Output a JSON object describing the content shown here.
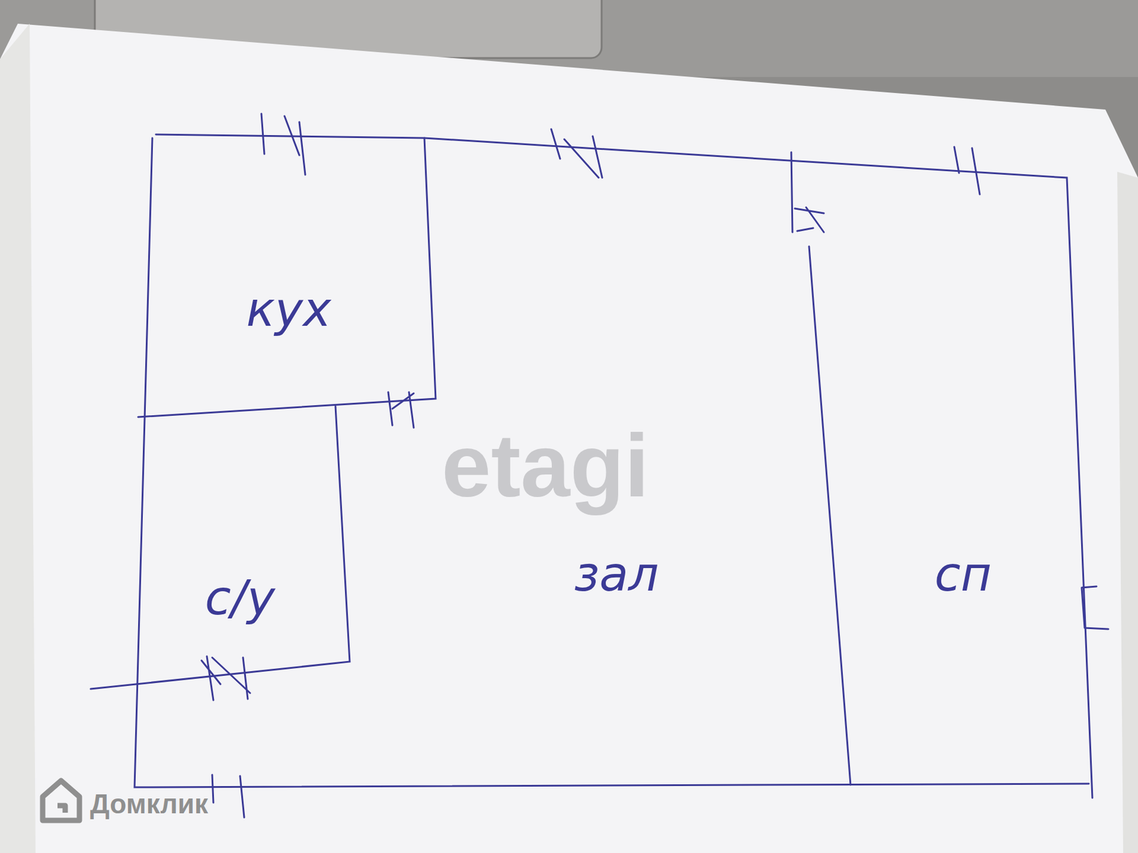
{
  "diagram": {
    "nodes": [
      {
        "text": [
          "кух"
        ]
      },
      {
        "text": [
          "зал"
        ]
      },
      {
        "text": [
          "сп"
        ]
      },
      {
        "text": [
          "с/у"
        ]
      }
    ],
    "labels": [
      "etagi",
      "Домклик"
    ]
  }
}
